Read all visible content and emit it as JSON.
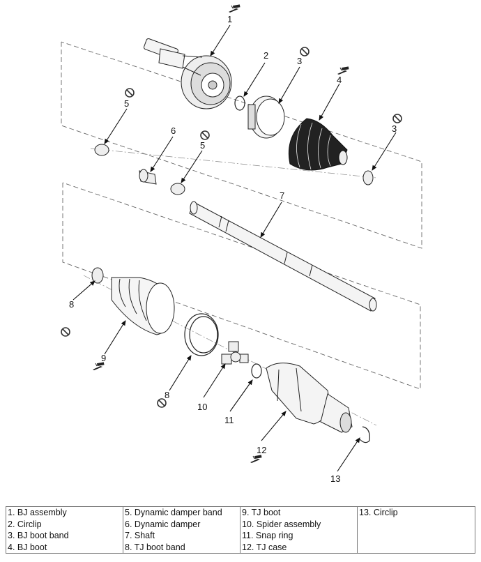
{
  "callouts": {
    "c1": "1",
    "c2": "2",
    "c3a": "3",
    "c3b": "3",
    "c4": "4",
    "c5a": "5",
    "c5b": "5",
    "c6": "6",
    "c7": "7",
    "c8a": "8",
    "c8b": "8",
    "c9": "9",
    "c10": "10",
    "c11": "11",
    "c12": "12",
    "c13": "13"
  },
  "legend": {
    "col1": [
      "1. BJ assembly",
      "2. Circlip",
      "3. BJ boot band",
      "4. BJ boot"
    ],
    "col2": [
      "5. Dynamic damper band",
      "6. Dynamic damper",
      "7. Shaft",
      "8. TJ boot band"
    ],
    "col3": [
      "9. TJ boot",
      "10. Spider assembly",
      "11. Snap ring",
      "12. TJ case"
    ],
    "col4": [
      "13. Circlip"
    ]
  },
  "icons": [
    "grease-icon",
    "do-not-reuse-icon"
  ]
}
